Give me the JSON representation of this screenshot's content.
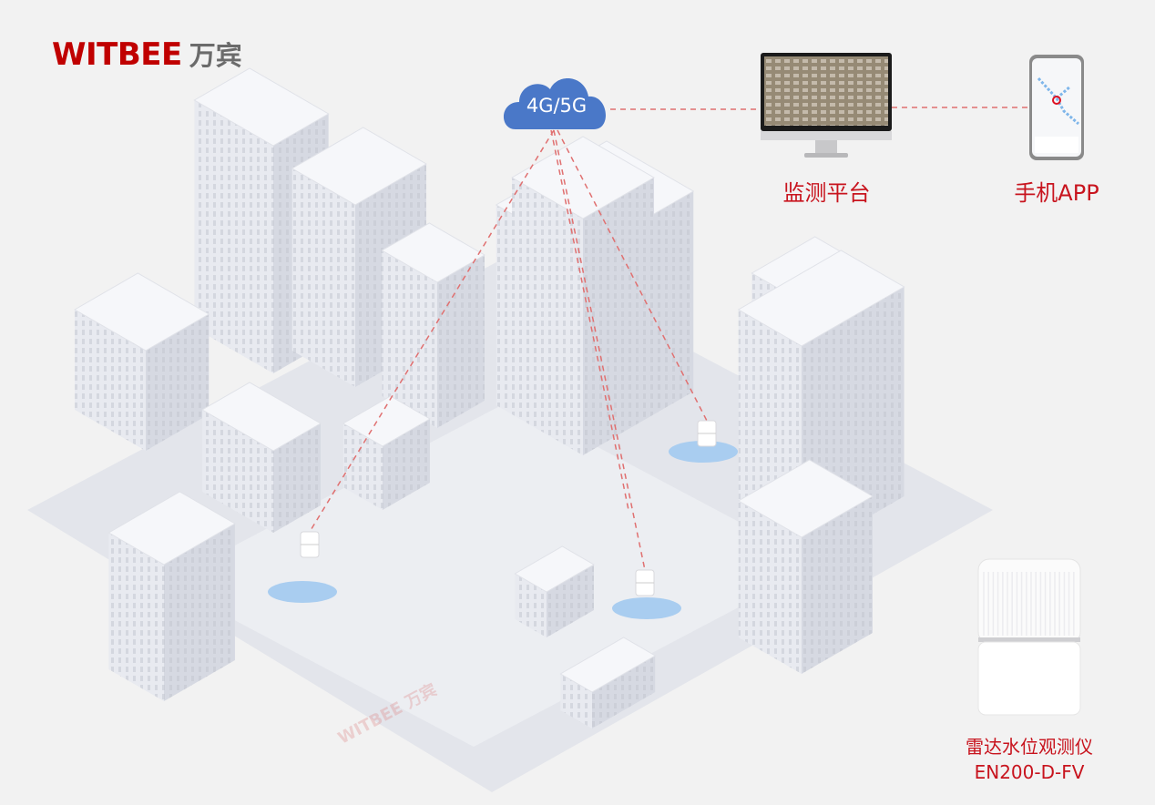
{
  "logo": {
    "brand_en": "WITBEE",
    "brand_cn": "万宾"
  },
  "network": {
    "label": "4G/5G",
    "icon": "cloud-icon",
    "color": "#4a78c8"
  },
  "platform": {
    "label": "监测平台",
    "icon": "monitor-icon"
  },
  "mobile": {
    "label": "手机APP",
    "icon": "smartphone-icon"
  },
  "device": {
    "name": "雷达水位观测仪",
    "model": "EN200-D-FV"
  },
  "watermark": "WITBEE 万宾",
  "colors": {
    "accent": "#c8141e",
    "link_line": "#e07070",
    "water": "#a9cdf0"
  }
}
